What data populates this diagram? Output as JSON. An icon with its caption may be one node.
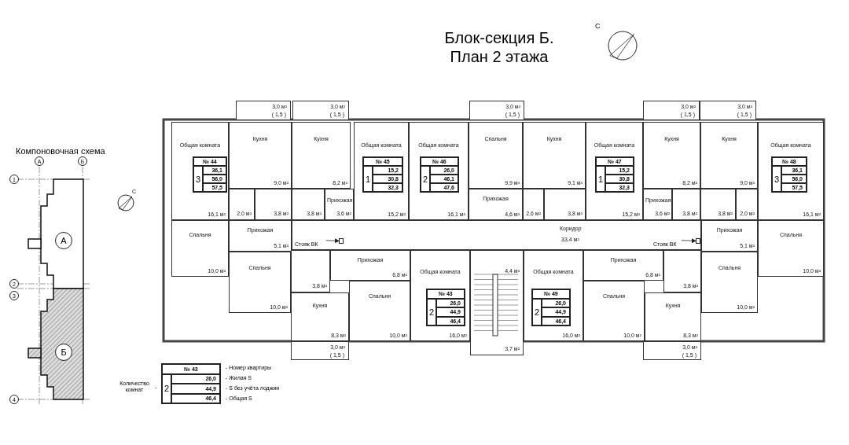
{
  "diagram": {
    "title": "Блок-секция Б. План 2 этажа",
    "nodes": [
      {
        "text": [
          "3,0 м²",
          "( 1,5 )"
        ]
      },
      {
        "text": [
          "3,0 м²",
          "( 1,5 )"
        ]
      },
      {
        "text": [
          "3,0 м²",
          "( 1,5 )"
        ]
      },
      {
        "text": [
          "3,0 м²",
          "( 1,5 )"
        ]
      },
      {
        "text": [
          "3,0 м²",
          "( 1,5 )"
        ]
      },
      {
        "text": [
          "Общая комната",
          "16,1 м²"
        ]
      },
      {
        "text": [
          "№ 44",
          "3",
          "36,1",
          "56,0",
          "57,5"
        ],
        "in": 5
      },
      {
        "text": [
          "Кухня",
          "9,0 м²"
        ]
      },
      {
        "text": [
          "Кухня",
          "8,2 м²"
        ]
      },
      {
        "text": [
          "Общая комната",
          "15,2 м²"
        ]
      },
      {
        "text": [
          "№ 45",
          "1",
          "15,2",
          "30,8",
          "32,3"
        ],
        "in": 9
      },
      {
        "text": [
          "Общая комната",
          "16,1 м²"
        ]
      },
      {
        "text": [
          "№ 46",
          "2",
          "26,0",
          "46,1",
          "47,6"
        ],
        "in": 11
      },
      {
        "text": [
          "Спальня",
          "9,9 м²"
        ]
      },
      {
        "text": [
          "Кухня",
          "9,1 м²"
        ]
      },
      {
        "text": [
          "Общая комната",
          "15,2 м²"
        ]
      },
      {
        "text": [
          "№ 47",
          "1",
          "15,2",
          "30,8",
          "32,3"
        ],
        "in": 15
      },
      {
        "text": [
          "Кухня",
          "8,2 м²"
        ]
      },
      {
        "text": [
          "Кухня",
          "9,0 м²"
        ]
      },
      {
        "text": [
          "Общая комната",
          "16,1 м²"
        ]
      },
      {
        "text": [
          "№ 48",
          "3",
          "36,1",
          "56,0",
          "57,5"
        ],
        "in": 19
      },
      {
        "text": [
          "2,0 м²"
        ]
      },
      {
        "text": [
          "3,8 м²"
        ]
      },
      {
        "text": [
          "3,8 м²"
        ]
      },
      {
        "text": [
          "Прихожая",
          "3,6 м²"
        ]
      },
      {
        "text": [
          "Прихожая",
          "4,6 м²"
        ]
      },
      {
        "text": [
          "2,6 м²"
        ]
      },
      {
        "text": [
          "3,8 м²"
        ]
      },
      {
        "text": [
          "Прихожая",
          "3,6 м²"
        ]
      },
      {
        "text": [
          "3,8 м²"
        ]
      },
      {
        "text": [
          "3,8 м²"
        ]
      },
      {
        "text": [
          "2,0 м²"
        ]
      },
      {
        "text": [
          "Прихожая",
          "5,1 м²"
        ]
      },
      {
        "text": [
          "Коридор",
          "33,4 м²"
        ]
      },
      {
        "text": [
          "Стояк ВК"
        ],
        "in": 33
      },
      {
        "text": [
          "Стояк ВК"
        ],
        "in": 33
      },
      {
        "text": [
          "Прихожая",
          "5,1 м²"
        ]
      },
      {
        "text": [
          "Спальня",
          "10,0 м²"
        ]
      },
      {
        "text": [
          "Спальня",
          "10,0 м²"
        ]
      },
      {
        "text": [
          "Спальня",
          "10,0 м²"
        ]
      },
      {
        "text": [
          "3,8 м²"
        ]
      },
      {
        "text": [
          "Прихожая",
          "6,8 м²"
        ]
      },
      {
        "text": [
          "Общая комната",
          "16,0 м²"
        ]
      },
      {
        "text": [
          "№ 43",
          "2",
          "26,0",
          "44,9",
          "46,4"
        ],
        "in": 42
      },
      {
        "text": [
          "4,4 м²",
          "3,7 м²"
        ]
      },
      {
        "text": [
          "Общая комната",
          "16,0 м²"
        ]
      },
      {
        "text": [
          "№ 49",
          "2",
          "26,0",
          "44,9",
          "46,4"
        ],
        "in": 45
      },
      {
        "text": [
          "Прихожая",
          "6,8 м²"
        ]
      },
      {
        "text": [
          "3,8 м²"
        ]
      },
      {
        "text": [
          "Спальня",
          "10,0 м²"
        ]
      },
      {
        "text": [
          "Кухня",
          "8,3 м²"
        ]
      },
      {
        "text": [
          "Спальня",
          "10,0 м²"
        ]
      },
      {
        "text": [
          "Кухня",
          "8,3 м²"
        ]
      },
      {
        "text": [
          "Спальня",
          "10,0 м²"
        ]
      },
      {
        "text": [
          "3,0 м²",
          "( 1,5 )"
        ]
      },
      {
        "text": [
          "3,0 м²",
          "( 1,5 )"
        ]
      },
      {
        "text": [
          "А"
        ]
      },
      {
        "text": [
          "Б"
        ]
      },
      {
        "text": [
          "1"
        ]
      },
      {
        "text": [
          "А"
        ]
      },
      {
        "text": [
          "2"
        ]
      },
      {
        "text": [
          "3"
        ]
      },
      {
        "text": [
          "Б"
        ]
      },
      {
        "text": [
          "4"
        ]
      },
      {
        "text": [
          "№ 43",
          "2",
          "26,0",
          "44,9",
          "46,4"
        ],
        "beside": [
          "- Номер квартиры",
          "- Жилая S",
          "- S без учёта лоджии",
          "- Общая S"
        ]
      },
      {
        "text": [],
        "shape": "box",
        "in": 33
      },
      {
        "text": [],
        "shape": "box",
        "in": 33
      }
    ],
    "edges": [
      {
        "from": 34,
        "to": 65,
        "arrow": "to"
      },
      {
        "from": 35,
        "to": 66,
        "arrow": "to"
      }
    ],
    "labels": [
      "С",
      "Компоновочная схема",
      "С",
      "Количество комнат",
      "-"
    ]
  }
}
